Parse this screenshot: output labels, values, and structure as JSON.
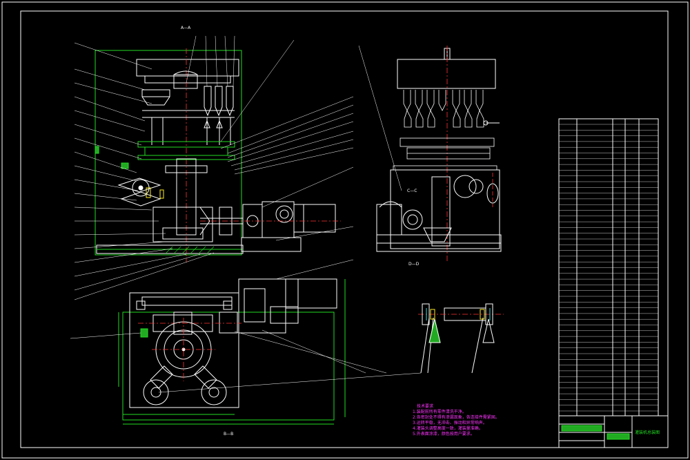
{
  "section_labels": {
    "a_a_top": "A—A",
    "b_b_bottom": "B—B",
    "c_c_right": "C—C",
    "d_d_side": "D—D"
  },
  "technical_requirements": {
    "heading": "技术要求",
    "lines": [
      "1.装配前所有零件清洗干净。",
      "2.各密封处不得有渗漏现象，各连接件需紧固。",
      "3.运转平稳，无冲击、振动和异常响声。",
      "4.灌装头调整高度一致，灌装量准确。",
      "5.外表面涂漆，颜色按用户要求。"
    ]
  },
  "title_block": {
    "drawing_title": "灌装机总装图"
  },
  "colors": {
    "background": "#000000",
    "outline": "#ffffff",
    "green": "#22dd22",
    "red_centerline": "#ff3333",
    "yellow": "#ffee22",
    "cyan": "#33dddd",
    "magenta_text": "#ff33ff"
  }
}
